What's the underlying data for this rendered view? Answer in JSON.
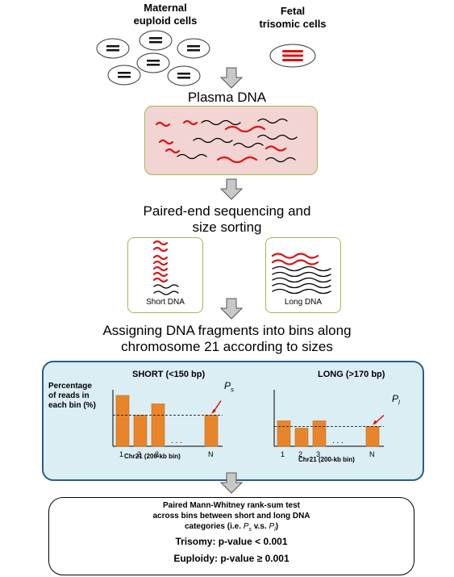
{
  "cells": {
    "maternal_label": "Maternal\neuploid cells",
    "fetal_label": "Fetal\ntrisomic cells"
  },
  "plasma": {
    "title": "Plasma DNA"
  },
  "sequencing": {
    "title_line1": "Paired-end sequencing and",
    "title_line2": "size sorting",
    "short_label": "Short DNA",
    "long_label": "Long DNA"
  },
  "binning": {
    "title_line1": "Assigning DNA fragments into bins along",
    "title_line2": "chromosome 21 according to sizes"
  },
  "panel": {
    "ylabel": "Percentage\nof reads in\neach bin (%)",
    "short": {
      "title": "SHORT (<150 bp)",
      "marker": "P",
      "marker_sub": "s",
      "ticks": [
        "1",
        "2",
        "3",
        "N"
      ],
      "ellipsis": ". . .",
      "xlabel": "Chr21 (200-kb bin)"
    },
    "long": {
      "title": "LONG (>170 bp)",
      "marker": "P",
      "marker_sub": "l",
      "ticks": [
        "1",
        "2",
        "3",
        "N"
      ],
      "ellipsis": ". . .",
      "xlabel": "Chr21 (200-kb bin)"
    }
  },
  "result": {
    "line1": "Paired Mann-Whitney rank-sum test",
    "line2": "across bins between short and long DNA",
    "line3_prefix": "categories (i.e. ",
    "line3_ps": "P",
    "line3_ps_sub": "s",
    "line3_mid": " v.s. ",
    "line3_pl": "P",
    "line3_pl_sub": "l",
    "line3_suffix": ")",
    "trisomy": "Trisomy: p-value < 0.001",
    "euploidy": "Euploidy: p-value ≥ 0.001"
  },
  "colors": {
    "bar": "#e8852a",
    "fragment_red": "#e01010",
    "fragment_black": "#000000",
    "plasma_bg": "#f2d4d2",
    "panel_bg": "#dbeef4",
    "panel_border": "#2c5b8a",
    "green_border": "#9bbb59",
    "arrow": "#c8c8c8"
  },
  "chart_data": [
    {
      "type": "bar",
      "title": "SHORT (<150 bp)",
      "categories": [
        "1",
        "2",
        "3",
        "N"
      ],
      "values": [
        0.9,
        0.55,
        0.75,
        0.55
      ],
      "xlabel": "Chr21 (200-kb bin)",
      "ylabel": "Percentage of reads in each bin (%)"
    },
    {
      "type": "bar",
      "title": "LONG (>170 bp)",
      "categories": [
        "1",
        "2",
        "3",
        "N"
      ],
      "values": [
        0.45,
        0.32,
        0.45,
        0.35
      ],
      "xlabel": "Chr21 (200-kb bin)",
      "ylabel": ""
    }
  ]
}
